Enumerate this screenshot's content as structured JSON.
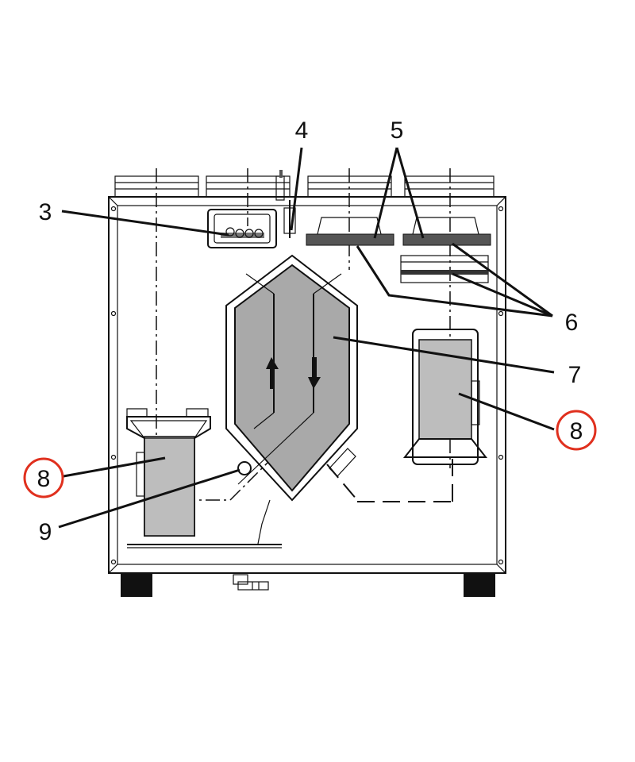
{
  "callouts": [
    {
      "id": "3",
      "text": "3"
    },
    {
      "id": "4",
      "text": "4"
    },
    {
      "id": "5",
      "text": "5"
    },
    {
      "id": "6",
      "text": "6"
    },
    {
      "id": "7",
      "text": "7"
    },
    {
      "id": "8a",
      "text": "8",
      "circled": true
    },
    {
      "id": "8b",
      "text": "8",
      "circled": true
    },
    {
      "id": "9",
      "text": "9"
    }
  ],
  "colors": {
    "line": "#111111",
    "core_fill": "#a9a9a9",
    "fan_fill": "#bdbdbd",
    "highlight_circle": "#e0301e"
  }
}
